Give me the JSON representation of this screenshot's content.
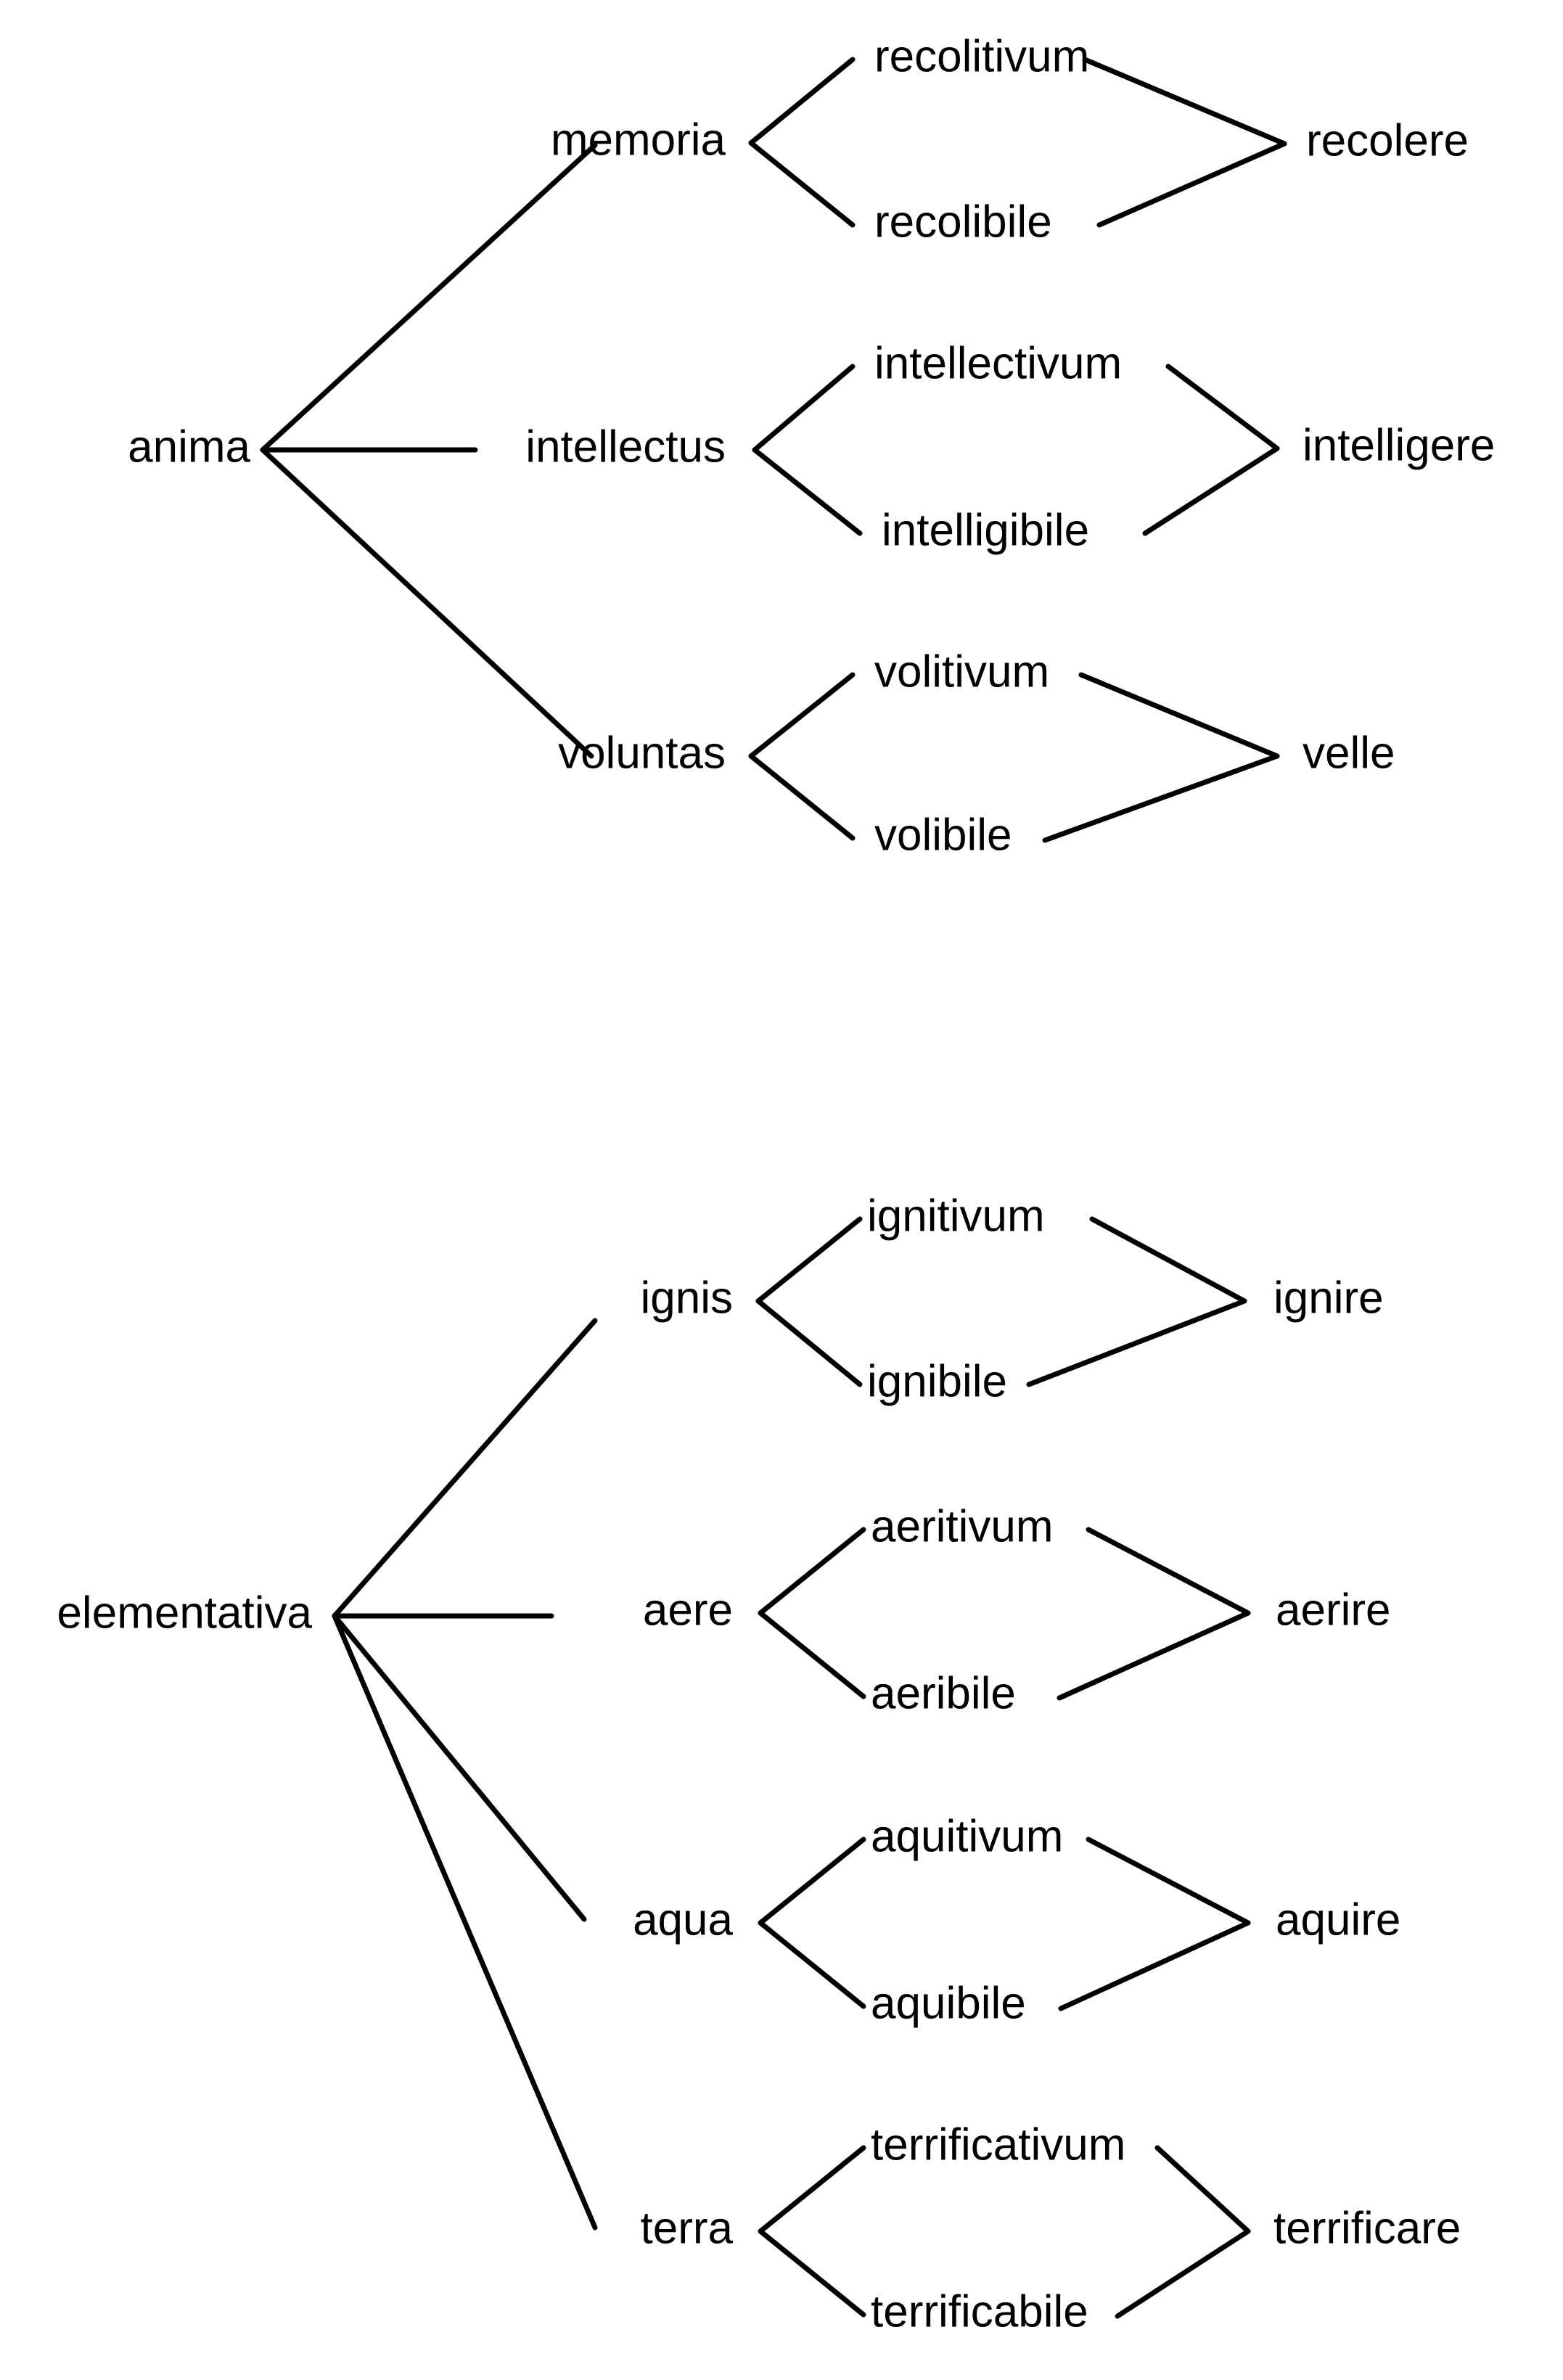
{
  "diagram": {
    "type": "tree",
    "orientation": "left-to-right",
    "background_color": "#ffffff",
    "line_color": "#000000",
    "text_color": "#000000",
    "trees": [
      {
        "id": "anima-tree",
        "root": "anima",
        "branches": [
          {
            "power": "memoria",
            "correlatives": [
              "recolitivum",
              "recolibile"
            ],
            "act": "recolere"
          },
          {
            "power": "intellectus",
            "correlatives": [
              "intellectivum",
              "intelligibile"
            ],
            "act": "intelligere"
          },
          {
            "power": "voluntas",
            "correlatives": [
              "volitivum",
              "volibile"
            ],
            "act": "velle"
          }
        ]
      },
      {
        "id": "elementativa-tree",
        "root": "elementativa",
        "branches": [
          {
            "power": "ignis",
            "correlatives": [
              "ignitivum",
              "ignibile"
            ],
            "act": "ignire"
          },
          {
            "power": "aere",
            "correlatives": [
              "aeritivum",
              "aeribile"
            ],
            "act": "aerire"
          },
          {
            "power": "aqua",
            "correlatives": [
              "aquitivum",
              "aquibile"
            ],
            "act": "aquire"
          },
          {
            "power": "terra",
            "correlatives": [
              "terrificativum",
              "terrificabile"
            ],
            "act": "terrificare"
          }
        ]
      }
    ],
    "labels": {
      "anima": "anima",
      "memoria": "memoria",
      "recolitivum": "recolitivum",
      "recolibile": "recolibile",
      "recolere": "recolere",
      "intellectus": "intellectus",
      "intellectivum": "intellectivum",
      "intelligibile": "intelligibile",
      "intelligere": "intelligere",
      "voluntas": "voluntas",
      "volitivum": "volitivum",
      "volibile": "volibile",
      "velle": "velle",
      "elementativa": "elementativa",
      "ignis": "ignis",
      "ignitivum": "ignitivum",
      "ignibile": "ignibile",
      "ignire": "ignire",
      "aere": "aere",
      "aeritivum": "aeritivum",
      "aeribile": "aeribile",
      "aerire": "aerire",
      "aqua": "aqua",
      "aquitivum": "aquitivum",
      "aquibile": "aquibile",
      "aquire": "aquire",
      "terra": "terra",
      "terrificativum": "terrificativum",
      "terrificabile": "terrificabile",
      "terrificare": "terrificare"
    }
  }
}
